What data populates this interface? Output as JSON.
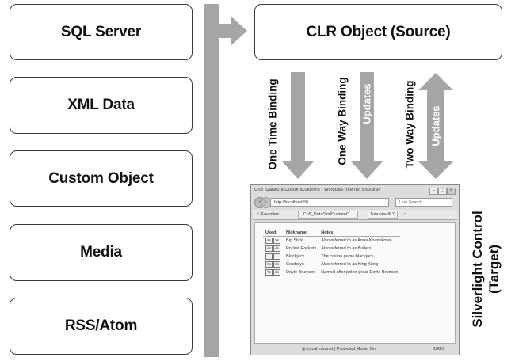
{
  "sources": [
    "SQL Server",
    "XML Data",
    "Custom Object",
    "Media",
    "RSS/Atom"
  ],
  "clr_object": "CLR Object (Source)",
  "bindings": {
    "one_time": "One Time Binding",
    "one_way": "One Way Binding",
    "two_way": "Two Way Binding",
    "updates": "Updates"
  },
  "target_label_line1": "Silverlight Control",
  "target_label_line2": "(Target)",
  "browser": {
    "title": "Ch5_DataGridCustomColumns - Windows Internet Explorer",
    "address": "http://localhost:50",
    "search_placeholder": "Live Search",
    "favorites": "Favorites",
    "tab": "Ch5_DataGridCustomC...",
    "toolbar_btn": "Emulate IE7",
    "columns": [
      "Used",
      "Nickname",
      "Notes"
    ],
    "rows": [
      {
        "icons": [
          "As",
          "Ys"
        ],
        "nickname": "Big Slick",
        "notes": "Also referred to as Anna Kournikova"
      },
      {
        "icons": [
          "As",
          "As"
        ],
        "nickname": "Pocket Rockets",
        "notes": "Also referred to as Bullets"
      },
      {
        "icons": [
          "",
          ""
        ],
        "nickname": "Blackjack",
        "notes": "The casino game blackjack"
      },
      {
        "icons": [
          "Ks",
          "Ks"
        ],
        "nickname": "Cowboys",
        "notes": "Also referred to as King Kong"
      },
      {
        "icons": [
          "Ts",
          "2s"
        ],
        "nickname": "Doyle Brunson",
        "notes": "Named after poker great Doyle Brunson"
      }
    ],
    "status": "Local intranet | Protected Mode: On",
    "zoom": "100%"
  },
  "colors": {
    "arrow": "#a6a6a6",
    "border": "#3a3a3a"
  }
}
